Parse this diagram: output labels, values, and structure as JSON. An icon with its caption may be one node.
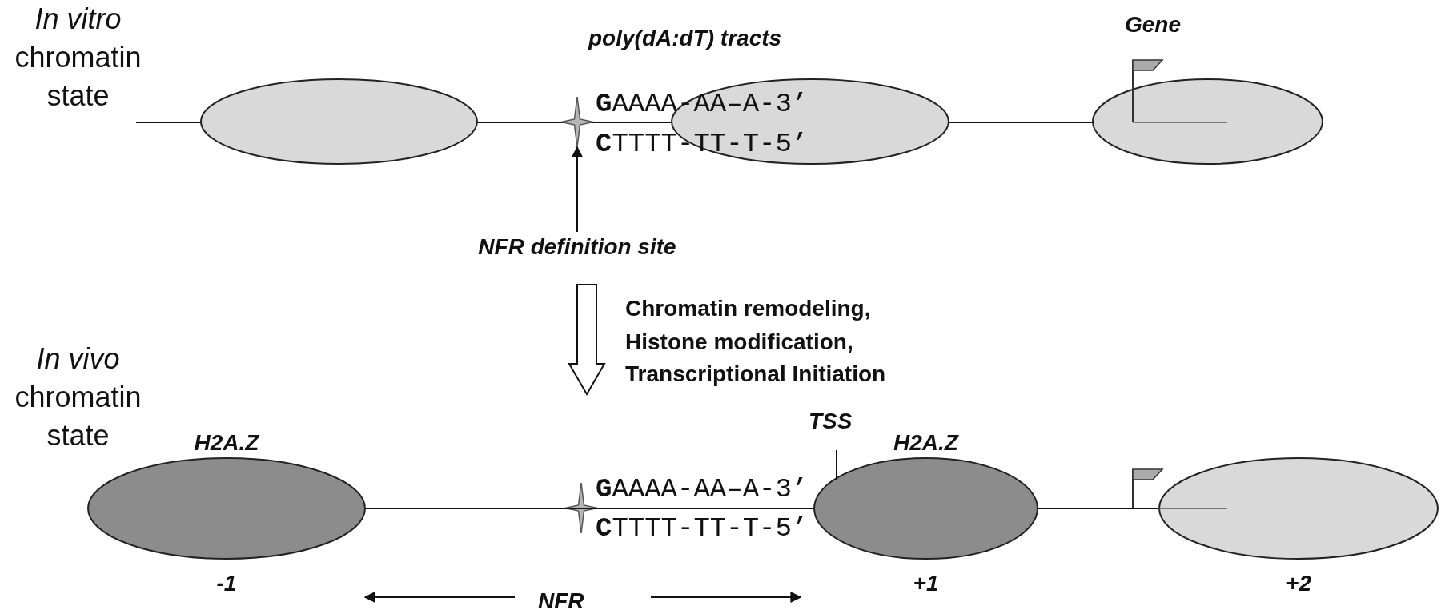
{
  "diagram": {
    "nodes": [
      {
        "text": [],
        "shape": "ellipse"
      },
      {
        "text": [],
        "shape": "star"
      },
      {
        "text": [],
        "shape": "ellipse"
      },
      {
        "text": [],
        "shape": "ellipse"
      },
      {
        "text": [
          "NFR definition site"
        ]
      },
      {
        "text": [
          "H2A.Z"
        ],
        "beside": [
          "-1"
        ]
      },
      {
        "text": [],
        "shape": "star"
      },
      {
        "text": [
          "H2A.Z"
        ],
        "beside": [
          "+1"
        ]
      },
      {
        "text": [],
        "shape": "ellipse",
        "beside": [
          "+2"
        ]
      }
    ],
    "edges": [
      {
        "from": 4,
        "to": 1,
        "arrow": "to"
      },
      {
        "from": 5,
        "to": 7,
        "arrow": "none"
      },
      {
        "from": 7,
        "to": 8,
        "arrow": "none"
      }
    ],
    "labels": [
      "*In vitro* chromatin state",
      "poly(dA:dT) tracts",
      "**G**AAAA-AA–A-3’",
      "**C**TTTT-TT-T-5’",
      "Gene",
      "Chromatin remodeling,",
      "Histone modification,",
      "Transcriptional Initiation",
      "*In vivo* chromatin state",
      "TSS",
      "**G**AAAA-AA–A-3’",
      "**C**TTTT-TT-T-5’",
      "NFR"
    ]
  }
}
